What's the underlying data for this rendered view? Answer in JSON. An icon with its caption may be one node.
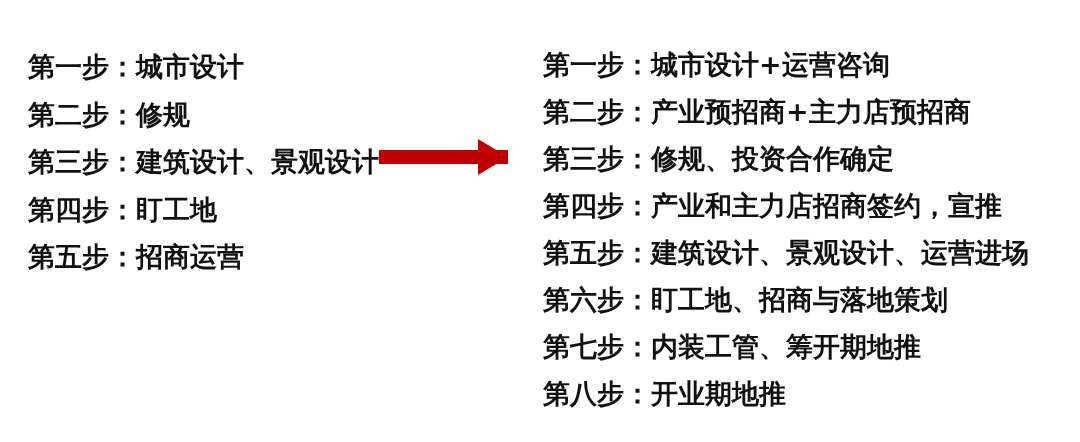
{
  "diagram": {
    "nodes": [
      {
        "text": [
          "第一步：城市设计",
          "第二步：修规",
          "第三步：建筑设计、景观设计",
          "第四步：盯工地",
          "第五步：招商运营"
        ]
      },
      {
        "text": [
          "第一步：城市设计+运营咨询",
          "第二步：产业预招商+主力店预招商",
          "第三步：修规、投资合作确定",
          "第四步：产业和主力店招商签约，宣推",
          "第五步：建筑设计、景观设计、运营进场",
          "第六步：盯工地、招商与落地策划",
          "第七步：内装工管、筹开期地推",
          "第八步：开业期地推"
        ]
      }
    ],
    "edges": [
      {
        "from": 0,
        "to": 1,
        "arrow": "to",
        "color": "#c00000"
      }
    ]
  }
}
